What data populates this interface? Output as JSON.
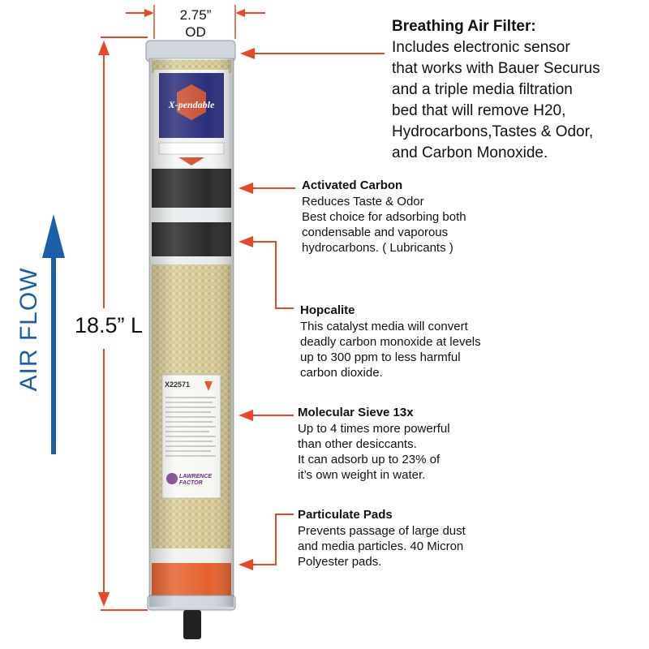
{
  "diameter": {
    "value": "2.75”",
    "unit": "OD"
  },
  "length": "18.5” L",
  "airflow": "AIR FLOW",
  "main": {
    "title": "Breathing Air Filter:",
    "lines": [
      "Includes electronic sensor",
      "that works with Bauer Securus",
      "and a triple media filtration",
      "bed that will remove H20,",
      "Hydrocarbons,Tastes & Odor,",
      "and Carbon Monoxide."
    ]
  },
  "callouts": [
    {
      "title": "Activated Carbon",
      "lines": [
        "Reduces Taste & Odor",
        "Best choice for adsorbing both",
        "condensable and vaporous",
        "hydrocarbons. ( Lubricants )"
      ]
    },
    {
      "title": "Hopcalite",
      "lines": [
        "This catalyst media will convert",
        "deadly carbon monoxide at levels",
        "up to 300 ppm to less harmful",
        "carbon dioxide."
      ]
    },
    {
      "title": "Molecular Sieve 13x",
      "lines": [
        "Up to 4 times more powerful",
        "than other desiccants.",
        "It can adsorb up to 23% of",
        "it’s own weight in water."
      ]
    },
    {
      "title": "Particulate Pads",
      "lines": [
        "Prevents passage of large dust",
        "and media particles. 40 Micron",
        "Polyester pads."
      ]
    }
  ],
  "product_label": {
    "brand": "X-pendable",
    "part_no": "X22571",
    "maker": "LAWRENCE FACTOR"
  },
  "colors": {
    "arrow": "#e5492a",
    "airflow": "#1e5ea8",
    "carbon": "#2a2a2a",
    "media": "#d8cc9a",
    "pad": "#e5622e"
  }
}
